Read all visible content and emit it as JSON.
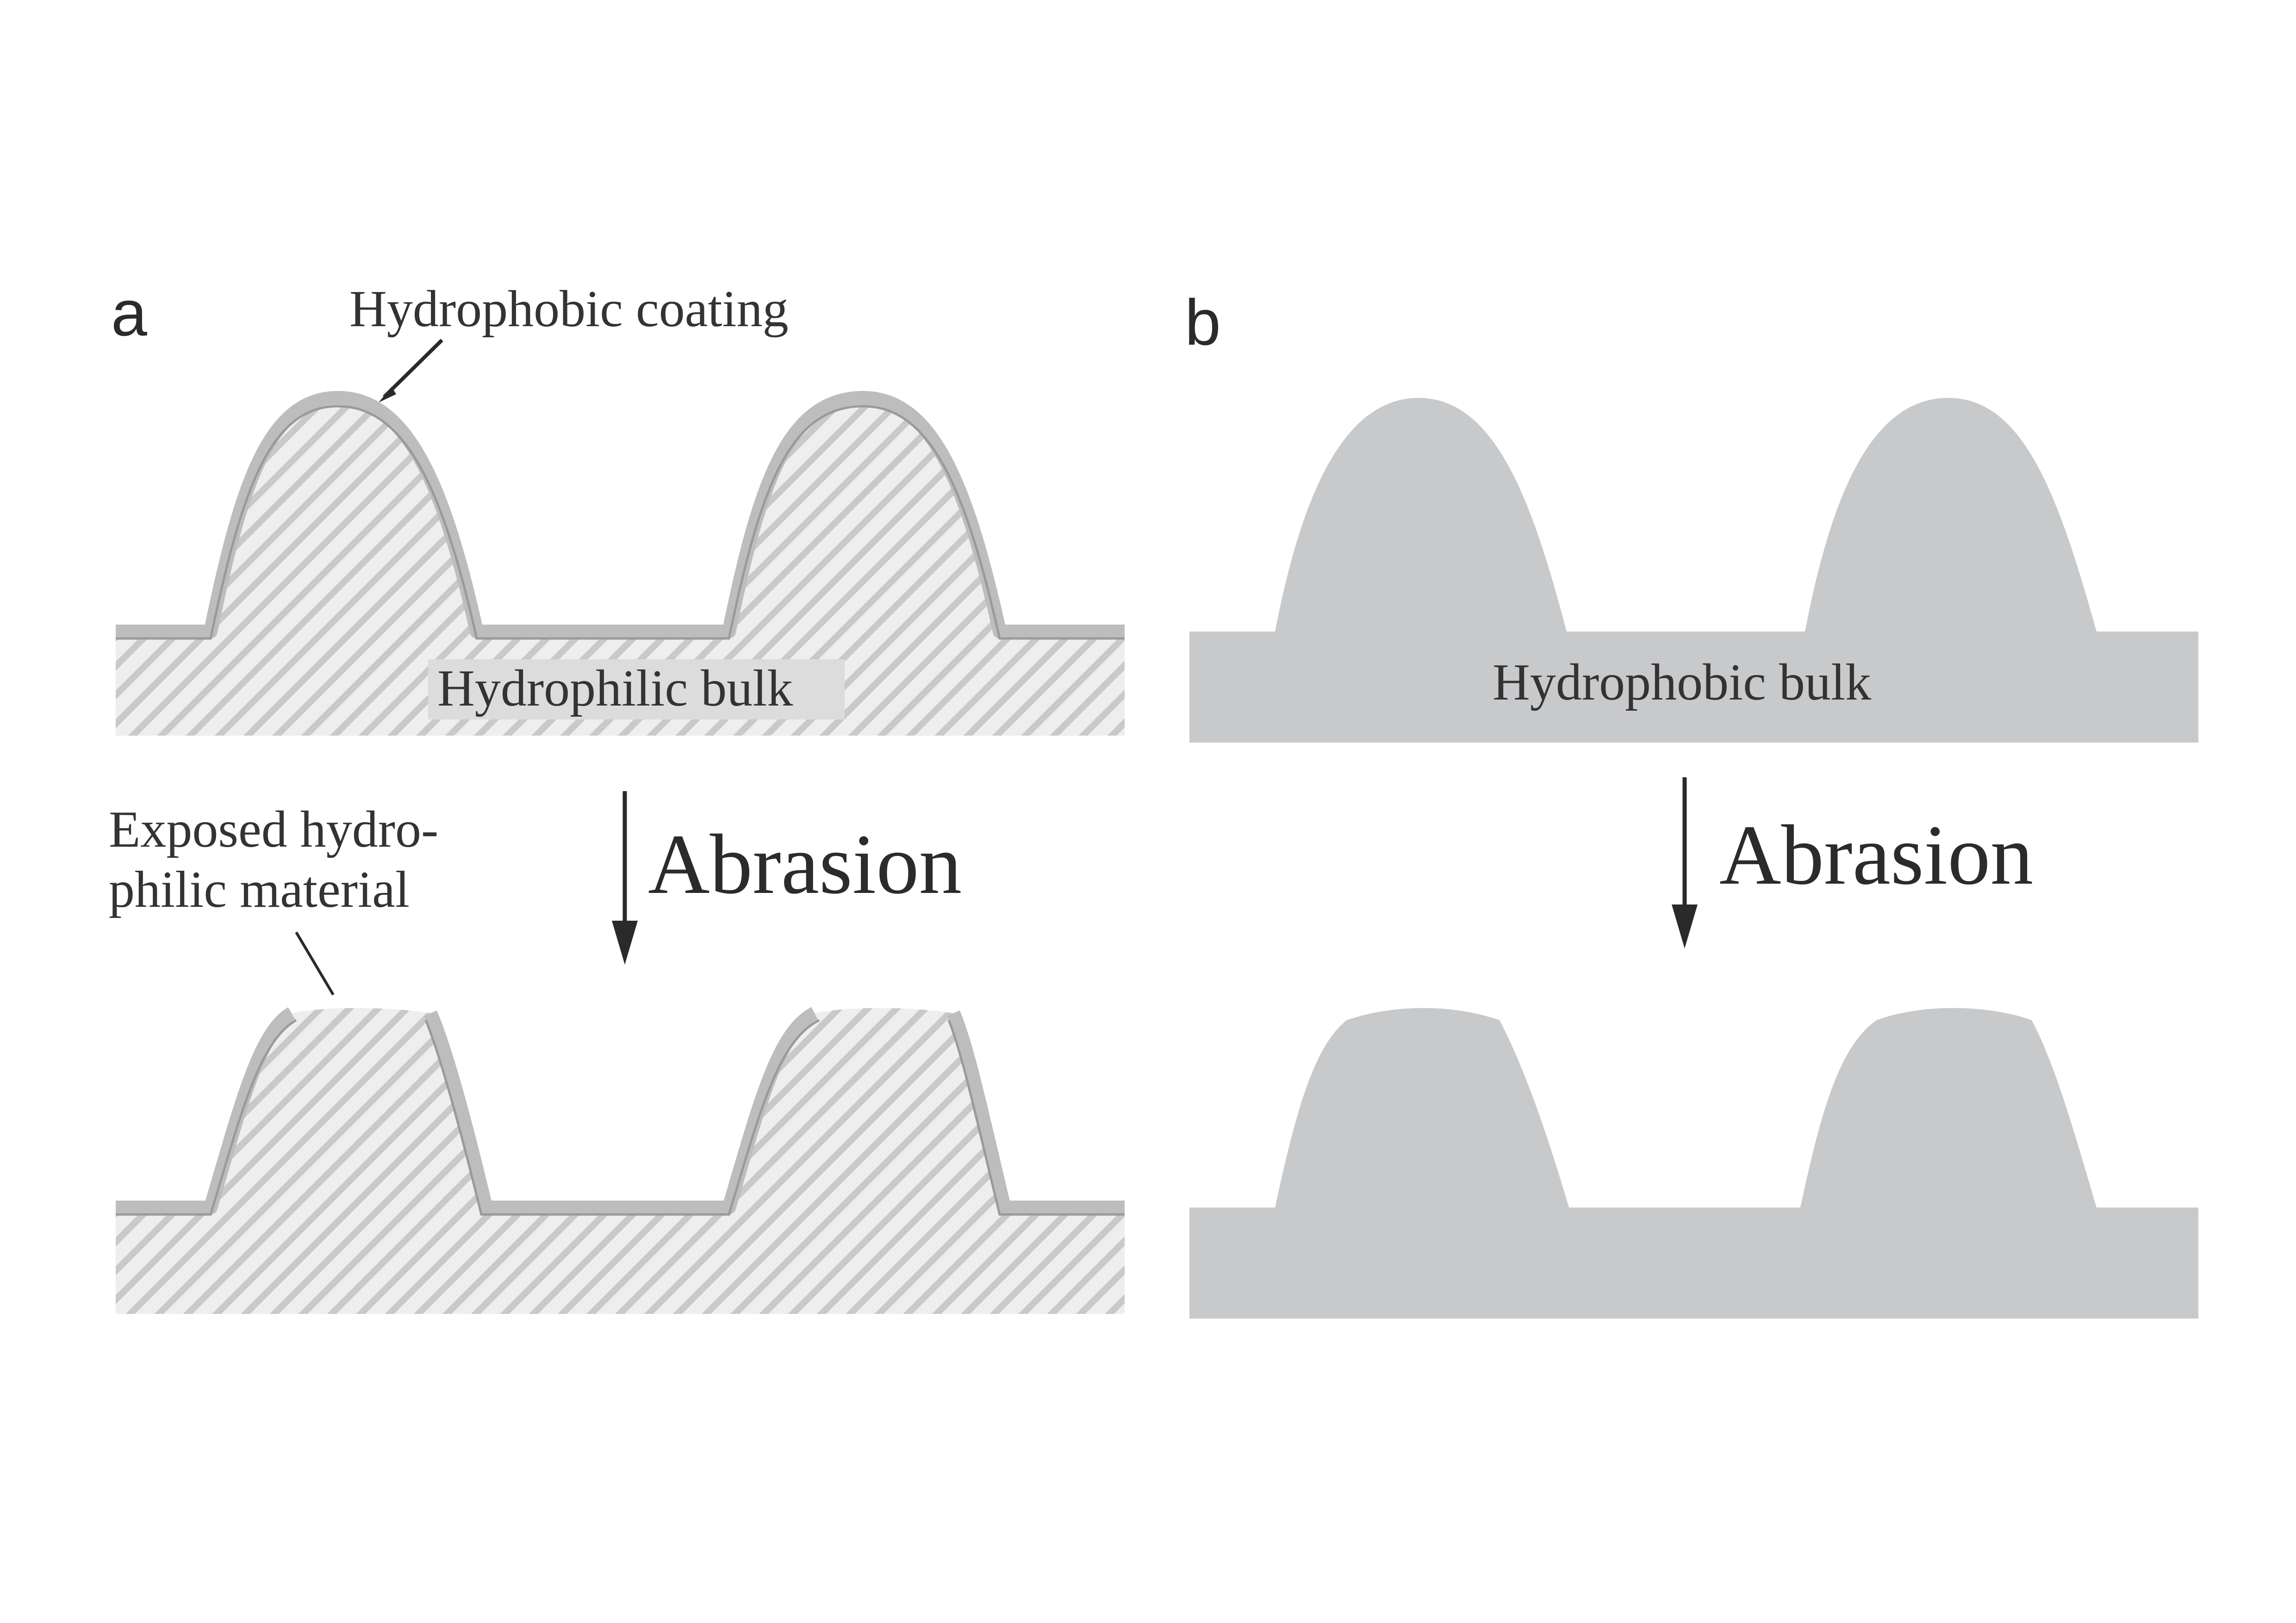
{
  "panel_a": {
    "letter": "a",
    "coating_label": "Hydrophobic coating",
    "bulk_label": "Hydrophilic bulk",
    "exposed_label_line1": "Exposed hydro-",
    "exposed_label_line2": "philic material",
    "process_label": "Abrasion"
  },
  "panel_b": {
    "letter": "b",
    "bulk_label": "Hydrophobic bulk",
    "process_label": "Abrasion"
  },
  "colors": {
    "bulk_gray": "#c8c9cb",
    "hatch_bg": "#eeeeee",
    "hatch_line": "#c9c9c9",
    "coating": "#bdbdbd",
    "coating_edge": "#9a9a9a",
    "arrow": "#2a2a2a"
  }
}
